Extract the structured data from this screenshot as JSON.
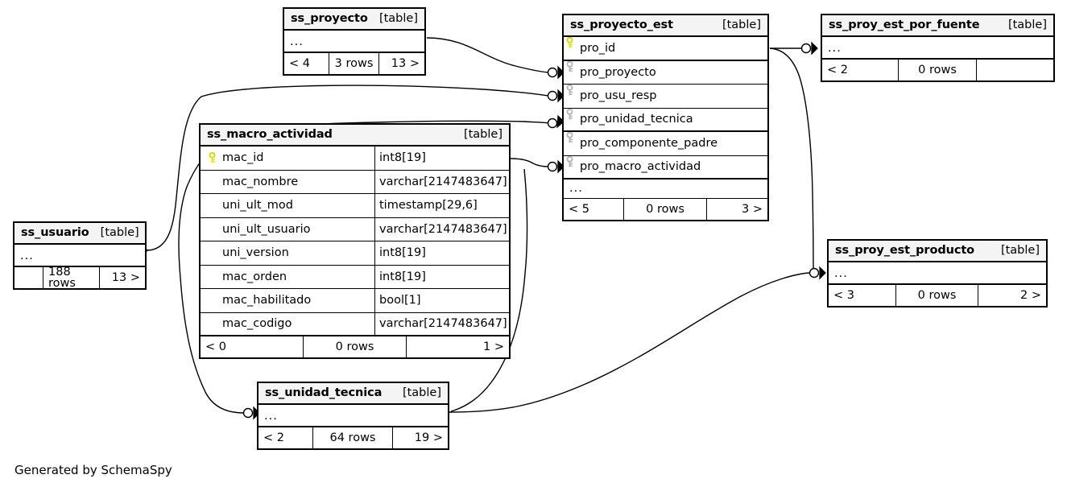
{
  "diagram": {
    "title": "SchemaSpy Relationships Diagram",
    "caption": "Generated by SchemaSpy",
    "table_tag": "[table]",
    "ellipsis": "...",
    "colors": {
      "primary_key": "#e8e800",
      "foreign_key": "#b8b8b8",
      "header_bg": "#f4f4f4",
      "border": "#000000",
      "background": "#ffffff",
      "edge": "#000000"
    }
  },
  "tables": [
    {
      "id": "ss_proyecto",
      "name": "ss_proyecto",
      "tag": "[table]",
      "has_ellipsis": true,
      "columns": [],
      "footer": {
        "left": "< 4",
        "middle": "3 rows",
        "right": "13 >"
      }
    },
    {
      "id": "ss_proyecto_est",
      "name": "ss_proyecto_est",
      "tag": "[table]",
      "has_ellipsis": true,
      "columns": [
        {
          "name": "pro_id",
          "type": "",
          "key": "primary"
        },
        {
          "name": "pro_proyecto",
          "type": "",
          "key": "foreign"
        },
        {
          "name": "pro_usu_resp",
          "type": "",
          "key": "foreign"
        },
        {
          "name": "pro_unidad_tecnica",
          "type": "",
          "key": "foreign"
        },
        {
          "name": "pro_componente_padre",
          "type": "",
          "key": "foreign"
        },
        {
          "name": "pro_macro_actividad",
          "type": "",
          "key": "foreign"
        }
      ],
      "footer": {
        "left": "< 5",
        "middle": "0 rows",
        "right": "3 >"
      }
    },
    {
      "id": "ss_proy_est_por_fuente",
      "name": "ss_proy_est_por_fuente",
      "tag": "[table]",
      "has_ellipsis": true,
      "columns": [],
      "footer": {
        "left": "< 2",
        "middle": "0 rows",
        "right": ""
      }
    },
    {
      "id": "ss_macro_actividad",
      "name": "ss_macro_actividad",
      "tag": "[table]",
      "has_ellipsis": false,
      "columns": [
        {
          "name": "mac_id",
          "type": "int8[19]",
          "key": "primary"
        },
        {
          "name": "mac_nombre",
          "type": "varchar[2147483647]",
          "key": "none"
        },
        {
          "name": "uni_ult_mod",
          "type": "timestamp[29,6]",
          "key": "none"
        },
        {
          "name": "uni_ult_usuario",
          "type": "varchar[2147483647]",
          "key": "none"
        },
        {
          "name": "uni_version",
          "type": "int8[19]",
          "key": "none"
        },
        {
          "name": "mac_orden",
          "type": "int8[19]",
          "key": "none"
        },
        {
          "name": "mac_habilitado",
          "type": "bool[1]",
          "key": "none"
        },
        {
          "name": "mac_codigo",
          "type": "varchar[2147483647]",
          "key": "none"
        }
      ],
      "footer": {
        "left": "< 0",
        "middle": "0 rows",
        "right": "1 >"
      }
    },
    {
      "id": "ss_usuario",
      "name": "ss_usuario",
      "tag": "[table]",
      "has_ellipsis": true,
      "columns": [],
      "footer": {
        "left": "",
        "middle": "188 rows",
        "right": "13 >"
      }
    },
    {
      "id": "ss_proy_est_producto",
      "name": "ss_proy_est_producto",
      "tag": "[table]",
      "has_ellipsis": true,
      "columns": [],
      "footer": {
        "left": "< 3",
        "middle": "0 rows",
        "right": "2 >"
      }
    },
    {
      "id": "ss_unidad_tecnica",
      "name": "ss_unidad_tecnica",
      "tag": "[table]",
      "has_ellipsis": true,
      "columns": [],
      "footer": {
        "left": "< 2",
        "middle": "64 rows",
        "right": "19 >"
      }
    }
  ],
  "relationships": [
    {
      "from": "ss_proyecto",
      "to": "ss_proyecto_est.pro_proyecto"
    },
    {
      "from": "ss_usuario",
      "to": "ss_proyecto_est.pro_usu_resp"
    },
    {
      "from": "ss_unidad_tecnica",
      "to": "ss_proyecto_est.pro_unidad_tecnica"
    },
    {
      "from": "ss_macro_actividad",
      "to": "ss_proyecto_est.pro_macro_actividad"
    },
    {
      "from": "ss_proyecto_est",
      "to": "ss_proy_est_por_fuente"
    },
    {
      "from": "ss_proyecto_est",
      "to": "ss_proy_est_producto"
    },
    {
      "from": "ss_unidad_tecnica",
      "to": "ss_proy_est_producto"
    }
  ]
}
